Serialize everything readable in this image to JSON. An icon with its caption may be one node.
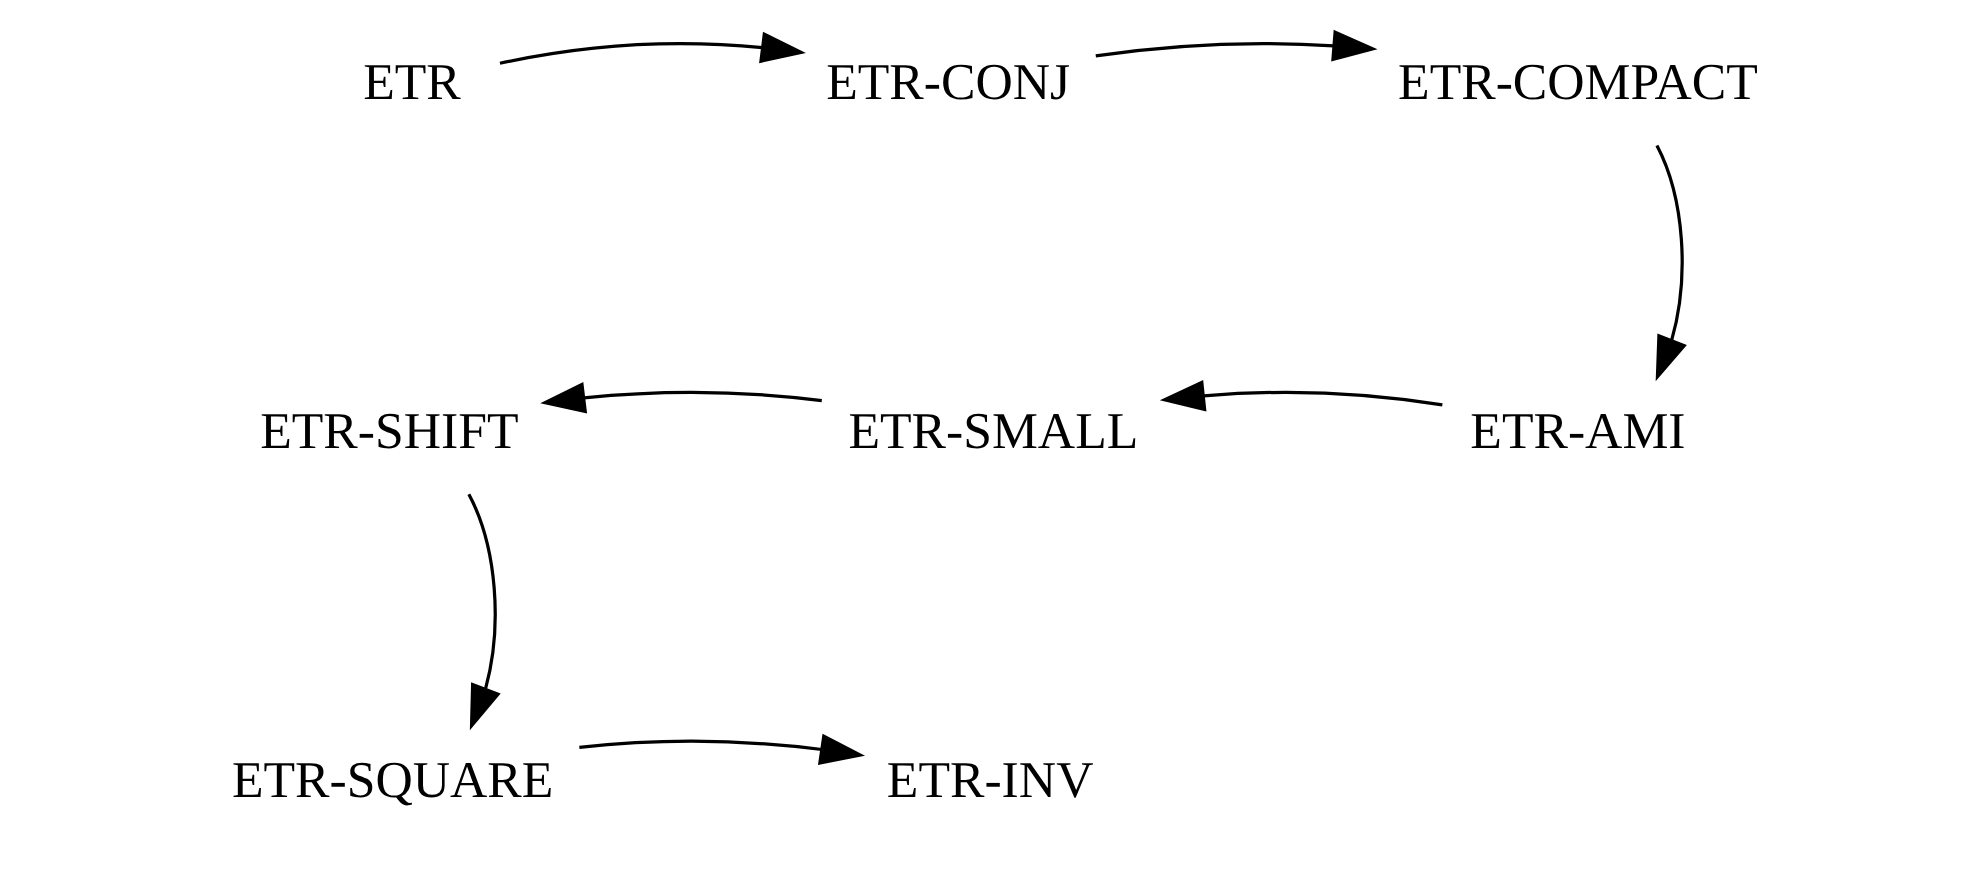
{
  "diagram": {
    "nodes": [
      {
        "text": [
          "ETR"
        ]
      },
      {
        "text": [
          "ETR-CONJ"
        ]
      },
      {
        "text": [
          "ETR-COMPACT"
        ]
      },
      {
        "text": [
          "ETR-AMI"
        ]
      },
      {
        "text": [
          "ETR-SMALL"
        ]
      },
      {
        "text": [
          "ETR-SHIFT"
        ]
      },
      {
        "text": [
          "ETR-SQUARE"
        ]
      },
      {
        "text": [
          "ETR-INV"
        ]
      }
    ],
    "edges": [
      {
        "from": 0,
        "to": 1,
        "arrow": "to"
      },
      {
        "from": 1,
        "to": 2,
        "arrow": "to"
      },
      {
        "from": 2,
        "to": 3,
        "arrow": "to"
      },
      {
        "from": 3,
        "to": 4,
        "arrow": "to"
      },
      {
        "from": 4,
        "to": 5,
        "arrow": "to"
      },
      {
        "from": 5,
        "to": 6,
        "arrow": "to"
      },
      {
        "from": 6,
        "to": 7,
        "arrow": "to"
      }
    ]
  }
}
